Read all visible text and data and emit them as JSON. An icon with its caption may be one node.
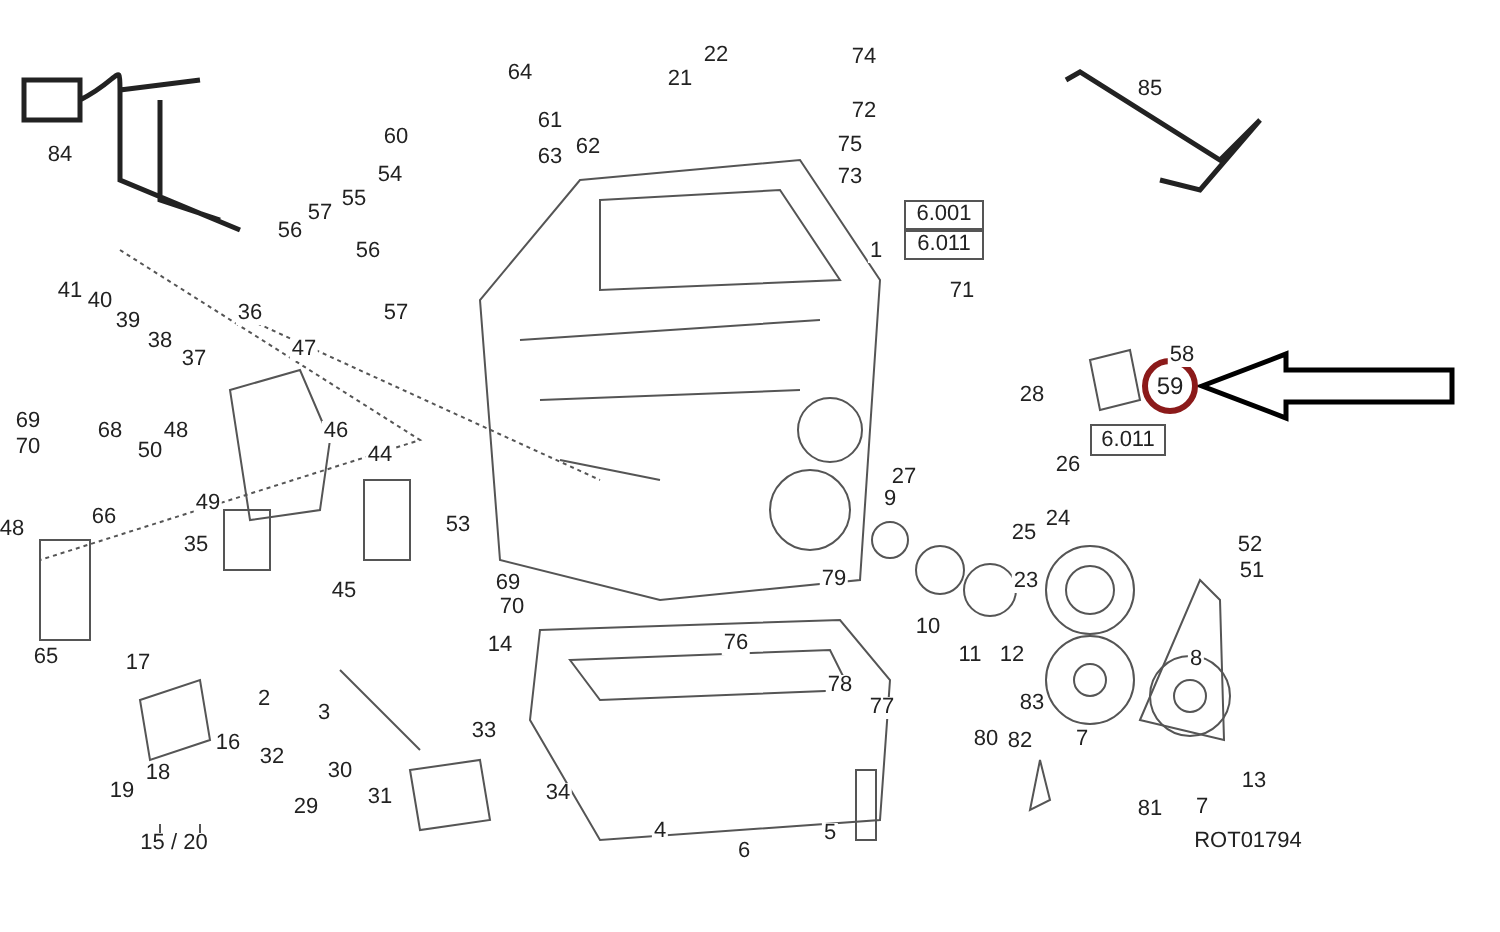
{
  "diagram": {
    "nodes": [
      {
        "text": [
          "6.001"
        ]
      },
      {
        "text": [
          "6.011"
        ]
      },
      {
        "text": [
          "6.011"
        ]
      },
      {
        "text": [
          "59"
        ]
      }
    ],
    "edges": [
      {
        "from": null,
        "to": 3,
        "arrow": "to",
        "style": "thick"
      }
    ],
    "labels": [
      "84",
      "64",
      "22",
      "74",
      "21",
      "85",
      "72",
      "61",
      "60",
      "63",
      "62",
      "75",
      "54",
      "73",
      "55",
      "57",
      "56",
      "1",
      "56",
      "41",
      "40",
      "71",
      "57",
      "36",
      "39",
      "38",
      "58",
      "37",
      "47",
      "69",
      "68",
      "48",
      "46",
      "28",
      "70",
      "50",
      "44",
      "26",
      "27",
      "9",
      "66",
      "48",
      "49",
      "53",
      "24",
      "25",
      "35",
      "52",
      "51",
      "23",
      "69",
      "45",
      "79",
      "70",
      "65",
      "14",
      "10",
      "11",
      "12",
      "76",
      "78",
      "8",
      "17",
      "2",
      "77",
      "3",
      "83",
      "16",
      "33",
      "82",
      "80",
      "7",
      "32",
      "30",
      "18",
      "19",
      "31",
      "34",
      "29",
      "13",
      "81",
      "7",
      "15 / 20",
      "5",
      "6",
      "4",
      "ROT01794"
    ]
  }
}
